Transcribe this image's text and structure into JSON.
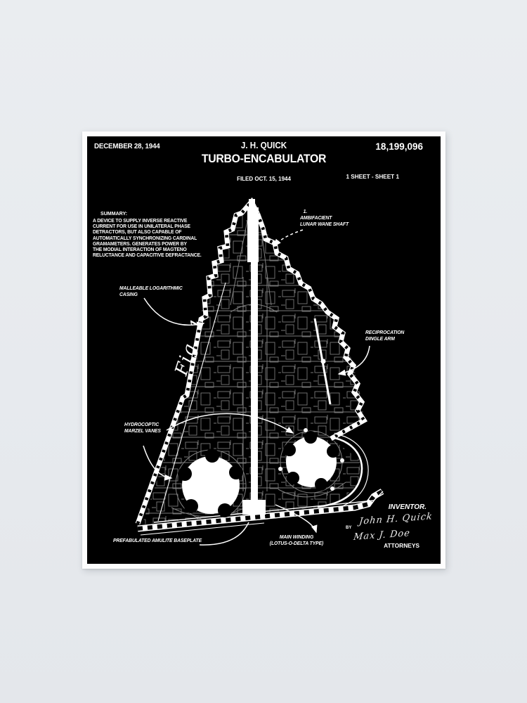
{
  "colors": {
    "wall": "#e8ebee",
    "poster": "#fdfdfd",
    "print_background": "#000000",
    "ink": "#ffffff",
    "machinery_gray": "#8e8e8e"
  },
  "header": {
    "date": "DECEMBER 28, 1944",
    "inventor_name": "J. H. QUICK",
    "title": "TURBO-ENCABULATOR",
    "filed": "FILED OCT. 15, 1944",
    "patent_number": "18,199,096",
    "sheet": "1 SHEET - SHEET 1"
  },
  "summary": {
    "heading": "SUMMARY:",
    "body": "A DEVICE TO SUPPLY INVERSE REACTIVE\nCURRENT FOR USE IN UNILATERAL PHASE\nDETRACTORS, BUT ALSO  CAPABLE OF\nAUTOMATICALLY SYNCHRONIZING CARDINAL\nGRAMAMETERS.  GENERATES POWER BY\nTHE MODIAL INTERACTION OF MAGTENO\nRELUCTANCE AND CAPACITIVE DEFRACTANCE."
  },
  "figure": {
    "label": "Fig. 1"
  },
  "callouts": {
    "wane_shaft": "1.\nAMBIFACIENT\nLUNAR WANE SHAFT",
    "casing": "MALLEABLE  LOGARITHMIC\nCASING",
    "dingle_arm": "RECIPROCATION\nDINGLE ARM",
    "marzel_vanes": "HYDROCOPTIC\nMARZEL VANES",
    "baseplate": "PREFABULATED AMULITE BASEPLATE",
    "main_winding": "MAIN WINDING\n(LOTUS-O-DELTA TYPE)"
  },
  "signature_block": {
    "inventor_heading": "INVENTOR.",
    "inventor_signature": "John H. Quick",
    "by_label": "BY",
    "attorney_signature": "Max J. Doe",
    "attorneys_label": "ATTORNEYS"
  }
}
